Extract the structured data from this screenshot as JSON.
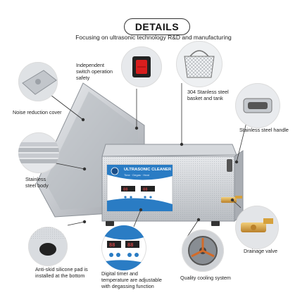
{
  "title": "DETAILS",
  "subtitle": "Focusing on ultrasonic technology R&D and manufacturing",
  "callouts": {
    "switch": "Independent\nswitch operation\nsafety",
    "basket": "304 Stanless steel\nbasket and tank",
    "cover": "Noise reduction cover",
    "handle": "Stainless steel handle",
    "body": "Stainless\nsteel body",
    "drain": "Drainage valve",
    "pad": "Anti-skid silicone pad is\ninstalled at the bottom",
    "timer": "Digital timer and\ntemperature are adjustable\nwith degassing function",
    "cooling": "Quality cooling system"
  },
  "panel": {
    "brand": "ULTRASONIC CLEANER",
    "sub": "Time · Degas · Heat"
  },
  "colors": {
    "steel": "#c9ccd0",
    "panel_blue": "#1f6fb5",
    "valve_gold": "#d6a13c",
    "switch_red": "#d81e1e"
  }
}
